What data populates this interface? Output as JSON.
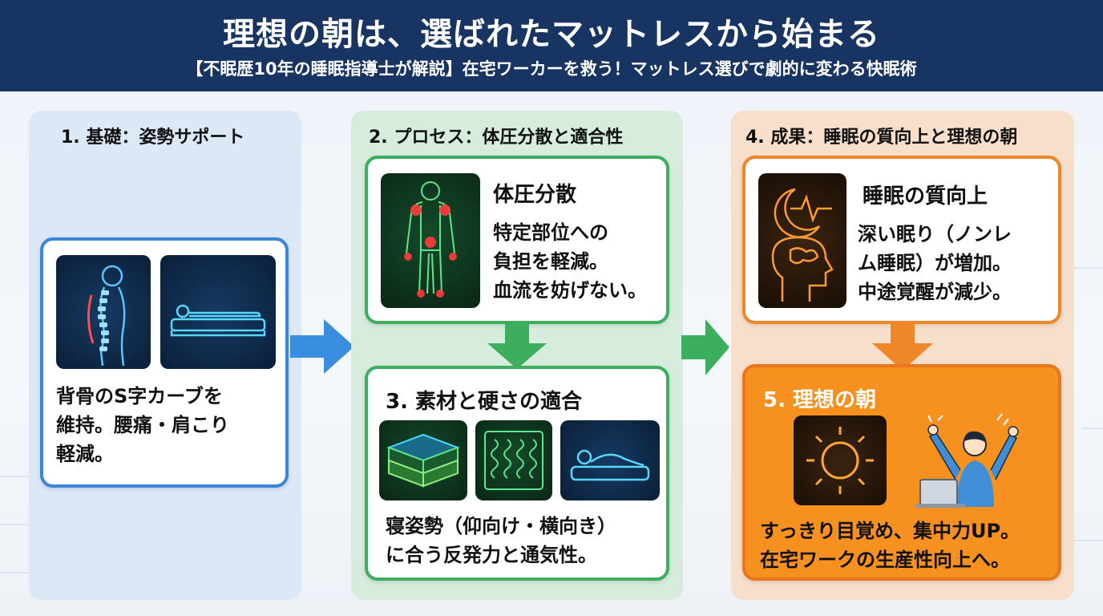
{
  "header": {
    "title": "理想の朝は、選ばれたマットレスから始まる",
    "subtitle": "【不眠歴10年の睡眠指導士が解説】在宅ワーカーを救う！マットレス選びで劇的に変わる快眠術"
  },
  "colors": {
    "header_bg": "#173462",
    "blue": "#3a86d6",
    "green": "#3cae5e",
    "orange": "#ef8628"
  },
  "columns": [
    {
      "title": "1. 基礎：姿勢サポート",
      "icons": [
        "spine-posture-icon",
        "lying-on-mattress-icon"
      ],
      "text_lines": [
        "背骨のS字カーブを",
        "維持。腰痛・肩こり",
        "軽減。"
      ]
    },
    {
      "title": "2. プロセス：体圧分散と適合性",
      "cards": [
        {
          "heading": "体圧分散",
          "icon": "body-pressure-points-icon",
          "text_lines": [
            "特定部位への",
            "負担を軽減。",
            "血流を妨げない。"
          ]
        },
        {
          "heading": "3. 素材と硬さの適合",
          "icons": [
            "foam-layers-icon",
            "pocket-coil-icon",
            "side-sleeper-icon"
          ],
          "text_lines": [
            "寝姿勢（仰向け・横向き）",
            "に合う反発力と通気性。"
          ]
        }
      ]
    },
    {
      "title": "4. 成果：睡眠の質向上と理想の朝",
      "cards": [
        {
          "heading": "睡眠の質向上",
          "icon": "moon-brain-icon",
          "text_lines": [
            "深い眠り（ノンレ",
            "ム睡眠）が増加。",
            "中途覚醒が減少。"
          ]
        },
        {
          "heading": "5. 理想の朝",
          "icons": [
            "sun-icon",
            "person-stretching-icon"
          ],
          "text_lines": [
            "すっきり目覚め、集中力UP。",
            "在宅ワークの生産性向上へ。"
          ]
        }
      ]
    }
  ]
}
